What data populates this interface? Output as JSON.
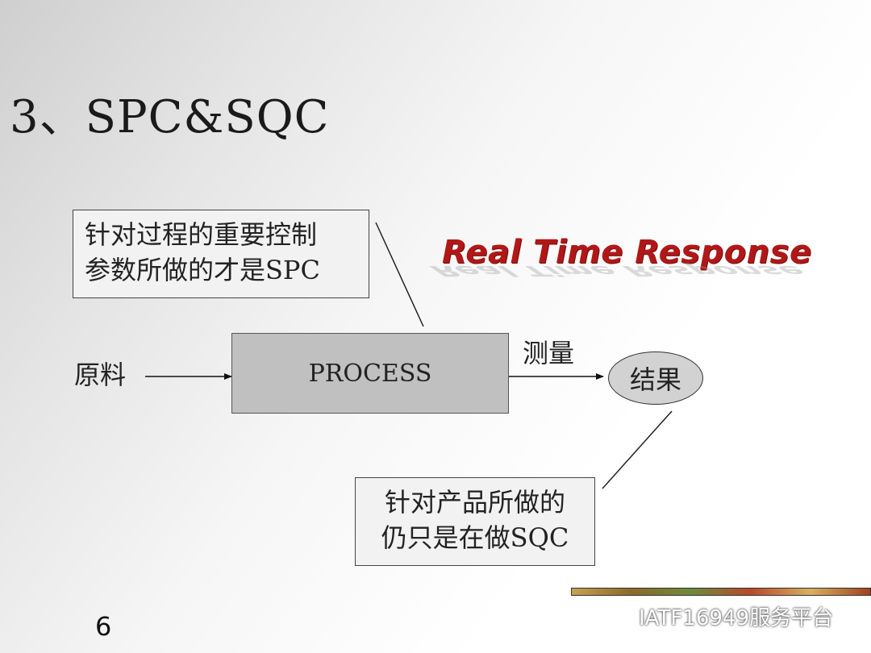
{
  "title": "3、SPC&SQC",
  "spc_note": {
    "line1": "针对过程的重要控制",
    "line2": "参数所做的才是SPC"
  },
  "real_time": "Real Time Response",
  "input_label": "原料",
  "process_label": "PROCESS",
  "measure_label": "测量",
  "result_label": "结果",
  "sqc_note": {
    "line1": "针对产品所做的",
    "line2": "仍只是在做SQC"
  },
  "page_number": "6",
  "watermark": "IATF16949服务平台",
  "colors": {
    "process_fill": "#c0c0c0",
    "banner_red": "#b01818",
    "box_fill": "#f2f2f2"
  }
}
